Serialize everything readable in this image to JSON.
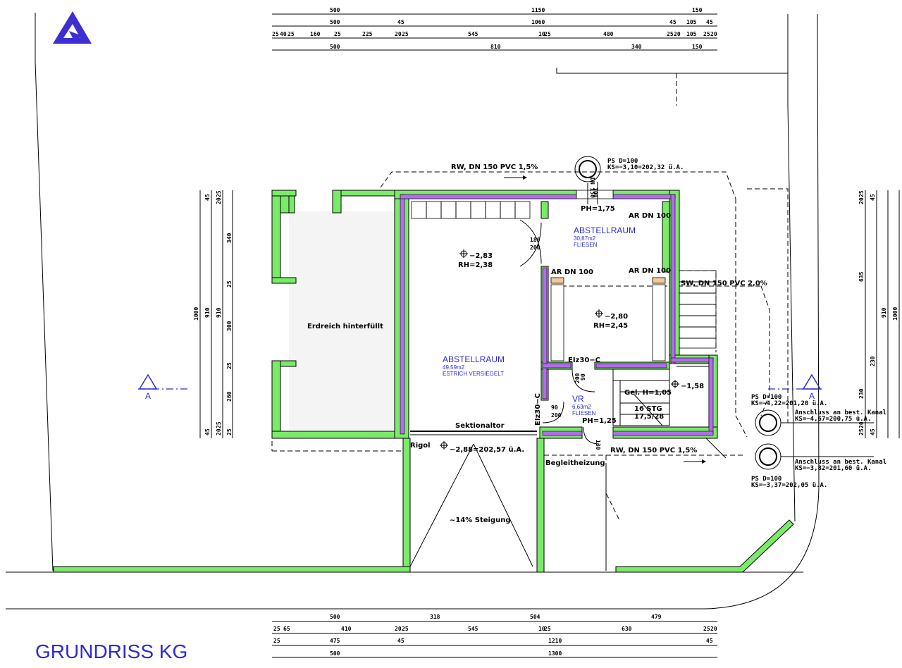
{
  "title": "GRUNDRISS KG",
  "rooms": {
    "storage_main": {
      "name": "ABSTELLRAUM",
      "area": "49,59m2",
      "finish": "ESTRICH VERSIEGELT",
      "level": "−2,83",
      "height": "RH=2,38"
    },
    "storage_upper": {
      "name": "ABSTELLRAUM",
      "area": "30,87m2",
      "finish": "FLIESEN",
      "level": "−2,80",
      "height": "RH=2,45"
    },
    "vr": {
      "name": "VR",
      "area": "6,63m2",
      "finish": "FLIESEN",
      "ph": "PH=1,25"
    }
  },
  "labels": {
    "earth": "Erdreich hinterfüllt",
    "section_door": "Sektionaltor",
    "slope": "~14% Steigung",
    "rigol": "Rigol",
    "rigol_level": "−2,88=202,57 ü.A.",
    "heating": "Begleitheizung",
    "ph_top": "PH=1,75",
    "ar1": "AR DN 100",
    "ar2": "AR DN 100",
    "ar3": "AR DN 100",
    "eiz1": "EIz30−C",
    "eiz2": "EIz30−C",
    "gel": "Gel. H=1,05",
    "stairs1": "16 STG",
    "stairs2": "17,5/28",
    "level_158": "−1,58",
    "door1a": "180",
    "door1b": "200",
    "door2a": "90",
    "door2b": "200",
    "door3a": "90",
    "door3b": "200",
    "door4": "100",
    "door5": "130",
    "rw_top": "RW, DN 150 PVC 1,5%",
    "rw_bottom": "RW, DN 150 PVC 1,5%",
    "sw": "SW, DN 150 PVC 2,0%",
    "ps_top1": "PS D=100",
    "ps_top2": "KS=−3,10=202,32 ü.A.",
    "ps_r1a": "PS D=100",
    "ps_r1b": "KS=−4,22=201,20 ü.A.",
    "conn1a": "Anschluss an best. Kanal",
    "conn1b": "KS=−4,67=200,75 ü.A.",
    "conn2a": "Anschluss an best. Kanal",
    "conn2b": "KS=−3,82=201,60 ü.A.",
    "ps_r3a": "PS D=100",
    "ps_r3b": "KS=−3,37=202,05 ü.A.",
    "ps_top_vert": "DN 150",
    "section_left": "A",
    "section_right": "A"
  },
  "dims_top": {
    "row1": [
      "500",
      "1150",
      "150"
    ],
    "row2": [
      "500",
      "45",
      "1060",
      "45",
      "105",
      "45"
    ],
    "row3": [
      "25",
      "40",
      "25",
      "160",
      "25",
      "225",
      "20",
      "25",
      "545",
      "10",
      "25",
      "480",
      "25",
      "20",
      "105",
      "25",
      "20"
    ],
    "row4": [
      "500",
      "810",
      "340",
      "150"
    ]
  },
  "dims_bottom": {
    "row1": [
      "500",
      "318",
      "504",
      "479"
    ],
    "row2": [
      "25",
      "65",
      "410",
      "20",
      "25",
      "545",
      "10",
      "25",
      "630",
      "25",
      "20"
    ],
    "row3": [
      "25",
      "475",
      "45",
      "1210",
      "45"
    ],
    "row4": [
      "500",
      "1300"
    ]
  },
  "dims_left": {
    "col1": [
      "1000"
    ],
    "col2": [
      "910"
    ],
    "col3": [
      "45",
      "910",
      "45"
    ],
    "col4": [
      "25",
      "20",
      "340",
      "25",
      "300",
      "25",
      "260",
      "25",
      "20",
      "25"
    ]
  },
  "dims_right": {
    "col1": [
      "1000"
    ],
    "col2": [
      "910"
    ],
    "col3": [
      "45",
      "635",
      "230",
      "45"
    ],
    "col4": [
      "25",
      "20",
      "230",
      "20",
      "25"
    ]
  },
  "colors": {
    "wall": "#7bea6a",
    "insulation": "#b56bf0",
    "room_text": "#2b2bd6",
    "logo": "#3d2fd1"
  }
}
